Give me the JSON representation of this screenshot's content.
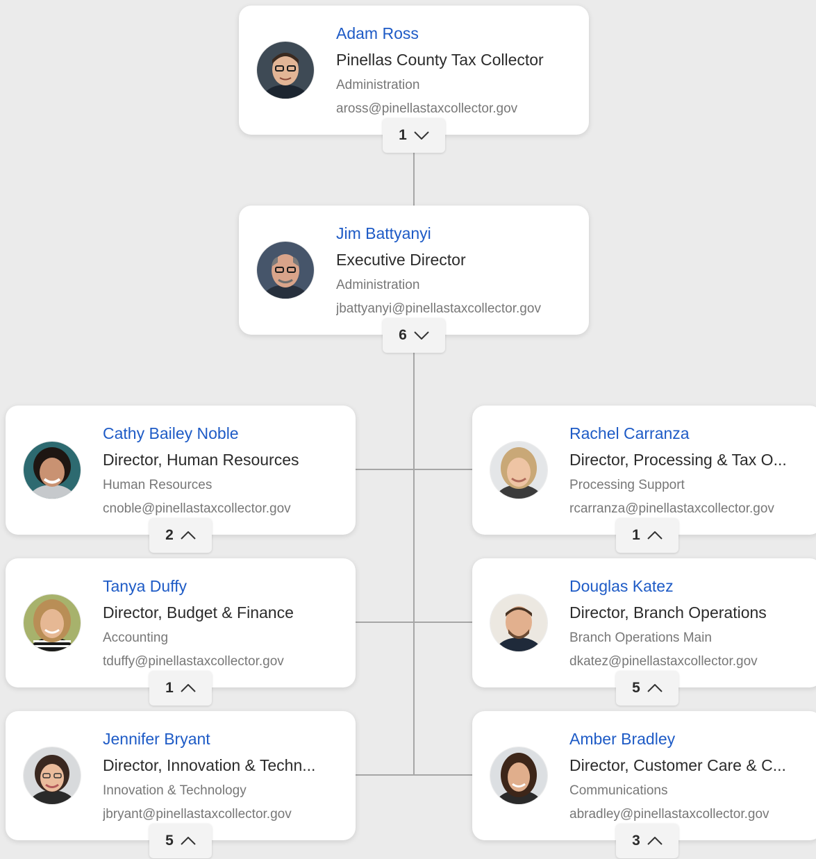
{
  "colors": {
    "background": "#ebebeb",
    "name_link": "#1e5bc6",
    "connector": "#a6a6a6"
  },
  "root": {
    "name": "Adam Ross",
    "title": "Pinellas County Tax Collector",
    "department": "Administration",
    "email": "aross@pinellastaxcollector.gov",
    "count": "1",
    "toggle_icon": "chevron-down-icon"
  },
  "exec": {
    "name": "Jim Battyanyi",
    "title": "Executive Director",
    "department": "Administration",
    "email": "jbattyanyi@pinellastaxcollector.gov",
    "count": "6",
    "toggle_icon": "chevron-down-icon"
  },
  "reports": [
    {
      "name": "Cathy Bailey Noble",
      "title": "Director, Human Resources",
      "department": "Human Resources",
      "email": "cnoble@pinellastaxcollector.gov",
      "count": "2",
      "toggle_icon": "chevron-up-icon"
    },
    {
      "name": "Rachel Carranza",
      "title": "Director, Processing & Tax O...",
      "department": "Processing Support",
      "email": "rcarranza@pinellastaxcollector.gov",
      "count": "1",
      "toggle_icon": "chevron-up-icon"
    },
    {
      "name": "Tanya Duffy",
      "title": "Director, Budget & Finance",
      "department": "Accounting",
      "email": "tduffy@pinellastaxcollector.gov",
      "count": "1",
      "toggle_icon": "chevron-up-icon"
    },
    {
      "name": "Douglas Katez",
      "title": "Director, Branch Operations",
      "department": "Branch Operations Main",
      "email": "dkatez@pinellastaxcollector.gov",
      "count": "5",
      "toggle_icon": "chevron-up-icon"
    },
    {
      "name": "Jennifer Bryant",
      "title": "Director, Innovation & Techn...",
      "department": "Innovation & Technology",
      "email": "jbryant@pinellastaxcollector.gov",
      "count": "5",
      "toggle_icon": "chevron-up-icon"
    },
    {
      "name": "Amber Bradley",
      "title": "Director, Customer Care & C...",
      "department": "Communications",
      "email": "abradley@pinellastaxcollector.gov",
      "count": "3",
      "toggle_icon": "chevron-up-icon"
    }
  ]
}
